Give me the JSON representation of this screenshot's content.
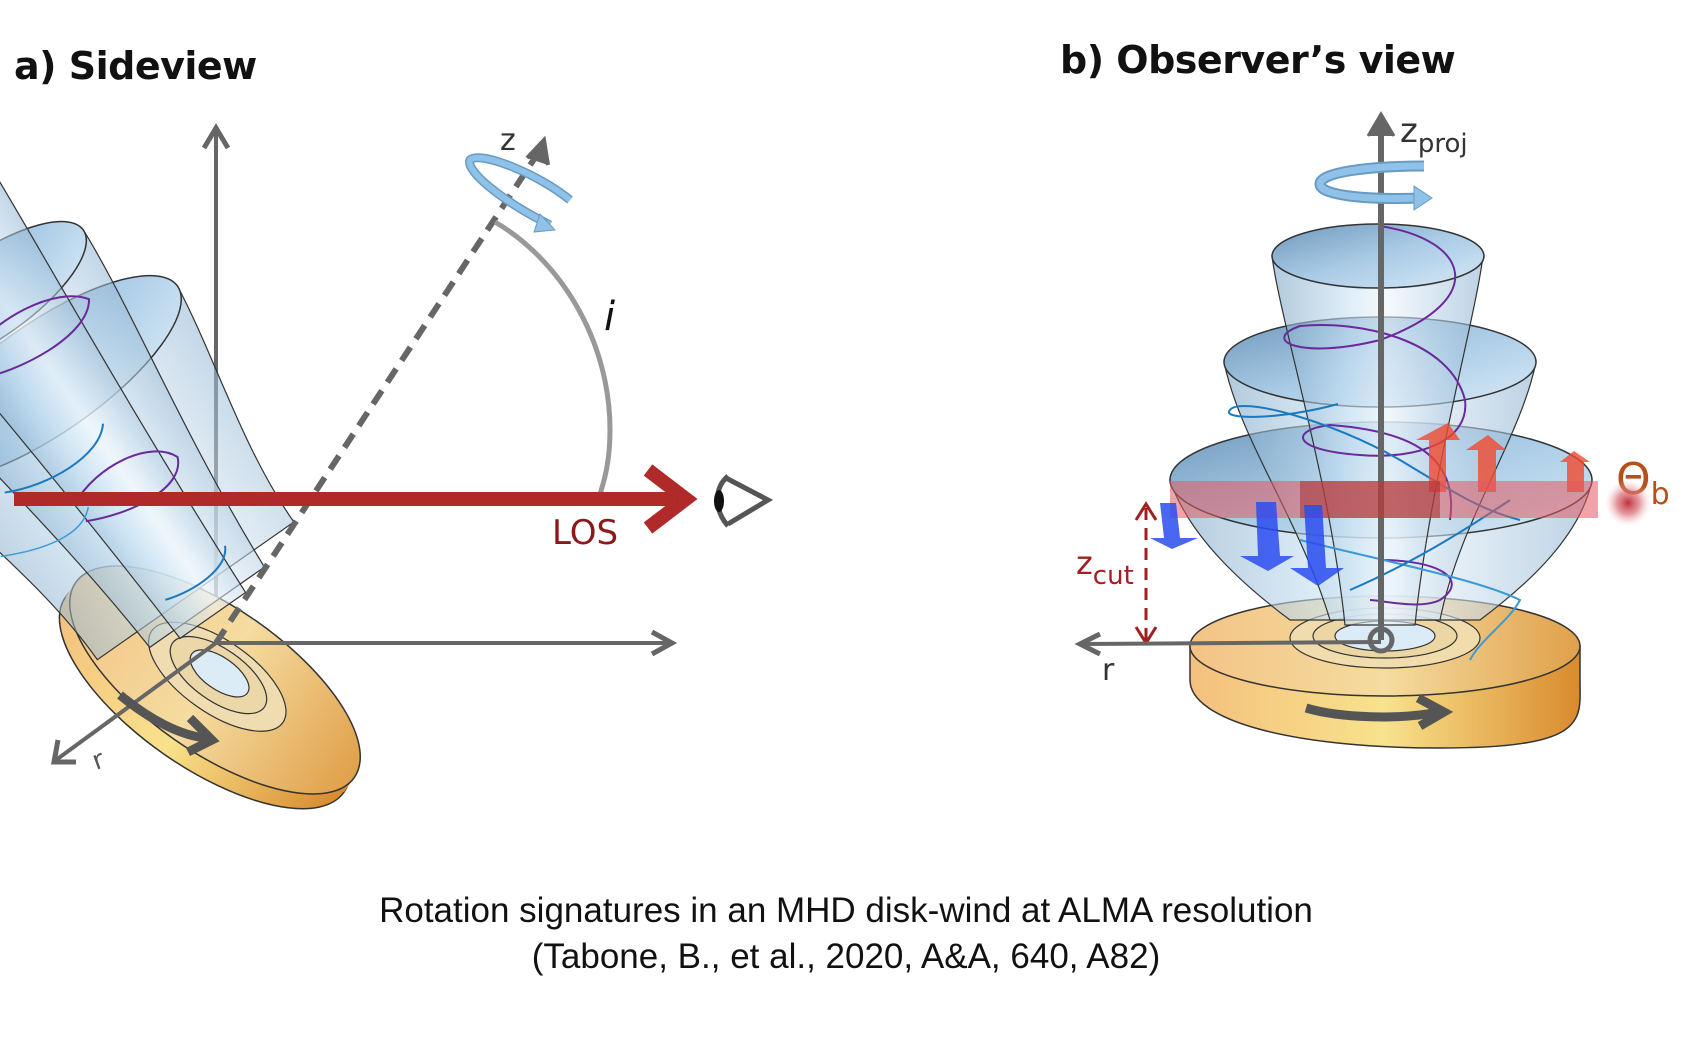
{
  "panels": {
    "a": {
      "title": "a) Sideview",
      "labels": {
        "z_axis": "z",
        "inclination": "i",
        "los": "LOS",
        "r_axis": "r"
      }
    },
    "b": {
      "title": "b) Observer’s view",
      "labels": {
        "z_proj_main": "z",
        "z_proj_sub": "proj",
        "z_cut_main": "z",
        "z_cut_sub": "cut",
        "r_axis": "r",
        "theta_main": "Θ",
        "theta_sub": "b"
      }
    }
  },
  "caption": {
    "line1": "Rotation signatures in an MHD disk-wind at ALMA resolution",
    "line2": "(Tabone, B., et al., 2020, A&A, 640, A82)"
  },
  "colors": {
    "axis": "#666666",
    "los_arrow": "#b02a2a",
    "disk": "#f0b060",
    "wind": "#a9cde9",
    "rotation_arrow": "#8ec2e8",
    "redshift_arrow": "#f04a30",
    "blueshift_arrow": "#2a4cf0",
    "beam": "#c0303a"
  }
}
